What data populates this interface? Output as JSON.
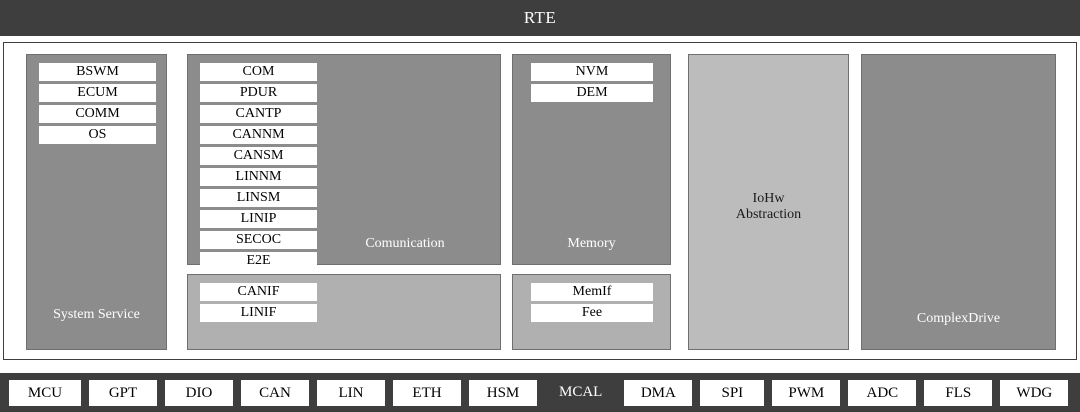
{
  "top_bar": {
    "title": "RTE"
  },
  "columns": [
    {
      "id": "system-service",
      "label": "System Service",
      "modules": [
        "BSWM",
        "ECUM",
        "COMM",
        "OS"
      ]
    },
    {
      "id": "communication",
      "label": "Comunication",
      "modules": [
        "COM",
        "PDUR",
        "CANTP",
        "CANNM",
        "CANSM",
        "LINNM",
        "LINSM",
        "LINIP",
        "SECOC",
        "E2E"
      ]
    },
    {
      "id": "communication-interface",
      "label": "",
      "modules": [
        "CANIF",
        "LINIF"
      ]
    },
    {
      "id": "memory",
      "label": "Memory",
      "modules": [
        "NVM",
        "DEM"
      ]
    },
    {
      "id": "memory-interface",
      "label": "",
      "modules": [
        "MemIf",
        "Fee"
      ]
    },
    {
      "id": "iohw-abstraction",
      "label": "IoHw\nAbstraction",
      "label_line1": "IoHw",
      "label_line2": "Abstraction",
      "modules": []
    },
    {
      "id": "complex-drive",
      "label": "ComplexDrive",
      "modules": []
    }
  ],
  "mcal_bar": {
    "title": "MCAL",
    "left_modules": [
      "MCU",
      "GPT",
      "DIO",
      "CAN",
      "LIN",
      "ETH",
      "HSM"
    ],
    "right_modules": [
      "DMA",
      "SPI",
      "PWM",
      "ADC",
      "FLS",
      "WDG"
    ]
  },
  "colors": {
    "bar_dark": "#3e3e3e",
    "block_medium_gray": "#8c8c8c",
    "block_light_gray": "#b0b0b0",
    "block_lighter_gray": "#bcbcbc",
    "chip_white": "#ffffff",
    "border_gray": "#6f6f6f"
  }
}
